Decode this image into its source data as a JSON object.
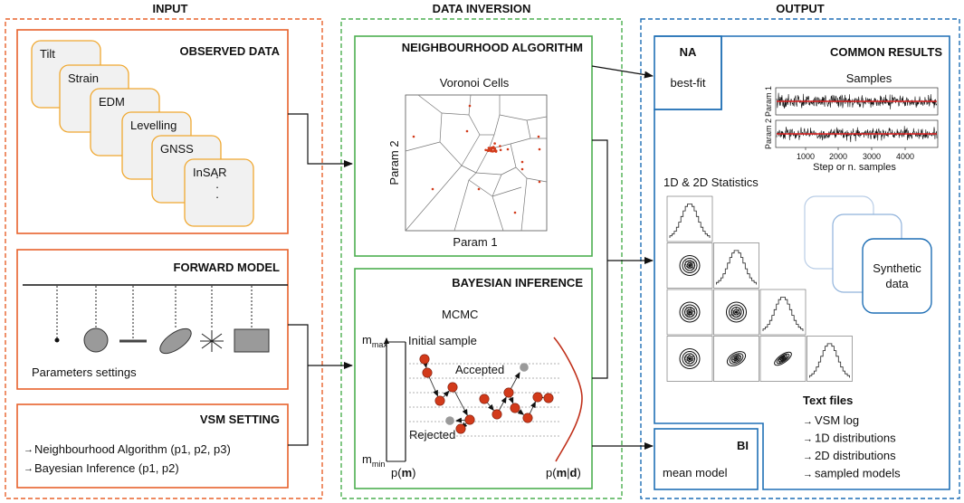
{
  "colors": {
    "input": "#e8622c",
    "inversion": "#4caf50",
    "output": "#1f6fb5",
    "card_border": "#f0a830",
    "red_dot": "#d23a1a",
    "grey_dot": "#9a9a9a"
  },
  "sections": {
    "input": "INPUT",
    "inversion": "DATA INVERSION",
    "output": "OUTPUT"
  },
  "observed": {
    "title": "OBSERVED DATA",
    "cards": [
      "Tilt",
      "Strain",
      "EDM",
      "Levelling",
      "GNSS",
      "InSAR"
    ],
    "ellipsis": "·"
  },
  "forward": {
    "title": "FORWARD MODEL",
    "caption": "Parameters settings"
  },
  "vsm": {
    "title": "VSM SETTING",
    "bullet": "→",
    "items": [
      "Neighbourhood Algorithm (p1, p2, p3)",
      "Bayesian Inference (p1, p2)"
    ]
  },
  "na": {
    "title": "NEIGHBOURHOOD ALGORITHM",
    "plot_title": "Voronoi Cells",
    "xlabel": "Param 1",
    "ylabel": "Param 2"
  },
  "bi": {
    "title": "BAYESIAN INFERENCE",
    "mcmc": "MCMC",
    "m": "m",
    "max_sub": "max",
    "min_sub": "min",
    "initial": "Initial sample",
    "accepted": "Accepted",
    "rejected": "Rejected",
    "prior_p": "p(",
    "prior_m": "m",
    "prior_close": ")",
    "post_p": "p(",
    "post_m": "m",
    "post_bar": "|",
    "post_d": "d",
    "post_close": ")"
  },
  "output": {
    "na_title": "NA",
    "na_sub": "best-fit",
    "bi_title": "BI",
    "bi_sub": "mean model",
    "common_title": "COMMON RESULTS",
    "samples_title": "Samples",
    "param1": "Param 1",
    "param2": "Param 2",
    "ticks": [
      "1000",
      "2000",
      "3000",
      "4000"
    ],
    "samples_xlabel": "Step or n. samples",
    "stats_title": "1D & 2D Statistics",
    "synthetic_line1": "Synthetic",
    "synthetic_line2": "data",
    "text_files_title": "Text files",
    "bullet": "→",
    "text_files": [
      "VSM log",
      "1D distributions",
      "2D distributions",
      "sampled models"
    ]
  }
}
